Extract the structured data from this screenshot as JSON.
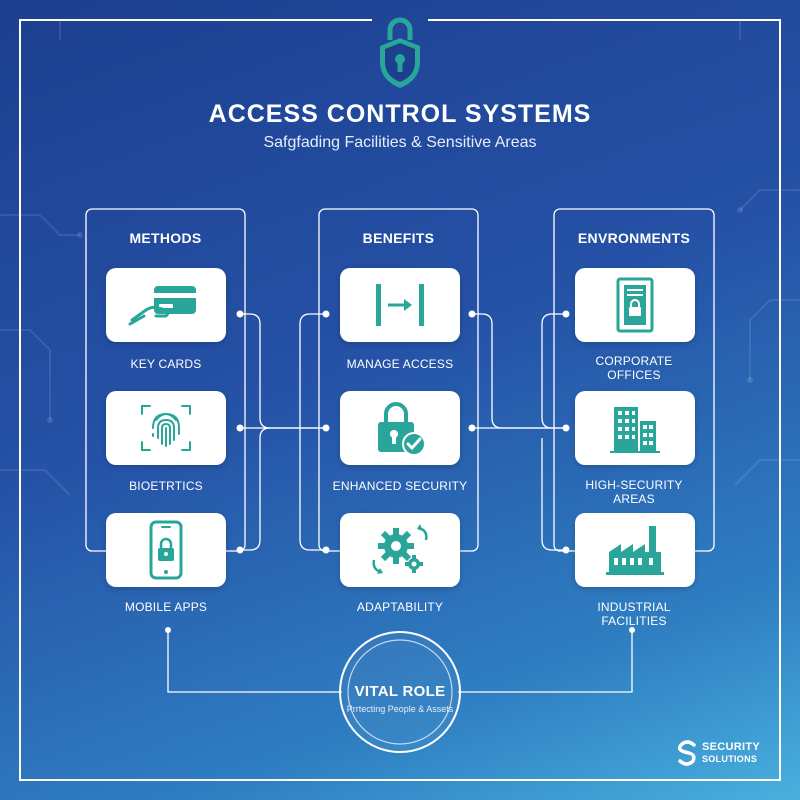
{
  "header": {
    "title": "ACCESS CONTROL SYSTEMS",
    "subtitle": "Safgfading Facilities & Sensitive Areas"
  },
  "columns": [
    {
      "heading": "METHODS",
      "items": [
        {
          "label": "KEY CARDS",
          "icon": "key-card-hand-icon"
        },
        {
          "label": "BIOETRTICS",
          "icon": "fingerprint-icon"
        },
        {
          "label": "MOBILE APPS",
          "icon": "smartphone-lock-icon"
        }
      ]
    },
    {
      "heading": "BENEFITS",
      "items": [
        {
          "label": "MANAGE ACCESS",
          "icon": "arrow-gate-icon"
        },
        {
          "label": "ENHANCED SECURITY",
          "icon": "padlock-check-icon"
        },
        {
          "label": "ADAPTABILITY",
          "icon": "gears-icon"
        }
      ]
    },
    {
      "heading": "ENVRONMENTS",
      "items": [
        {
          "label_line1": "CORPORATE",
          "label_line2": "OFFICES",
          "icon": "office-door-icon"
        },
        {
          "label_line1": "HIGH-SECURITY",
          "label_line2": "AREAS",
          "icon": "buildings-icon"
        },
        {
          "label_line1": "INDUSTRIAL",
          "label_line2": "FACILITIES",
          "icon": "factory-icon"
        }
      ]
    }
  ],
  "vital": {
    "title": "VITAL ROLE",
    "subtitle": "Prrtecting People & Assets"
  },
  "brand": {
    "line1": "SECURITY",
    "line2": "SOLUTIONS"
  },
  "colors": {
    "accent": "#2aa59a",
    "background_top": "#1d3f8f",
    "background_bottom": "#49b0de",
    "card": "#ffffff"
  }
}
